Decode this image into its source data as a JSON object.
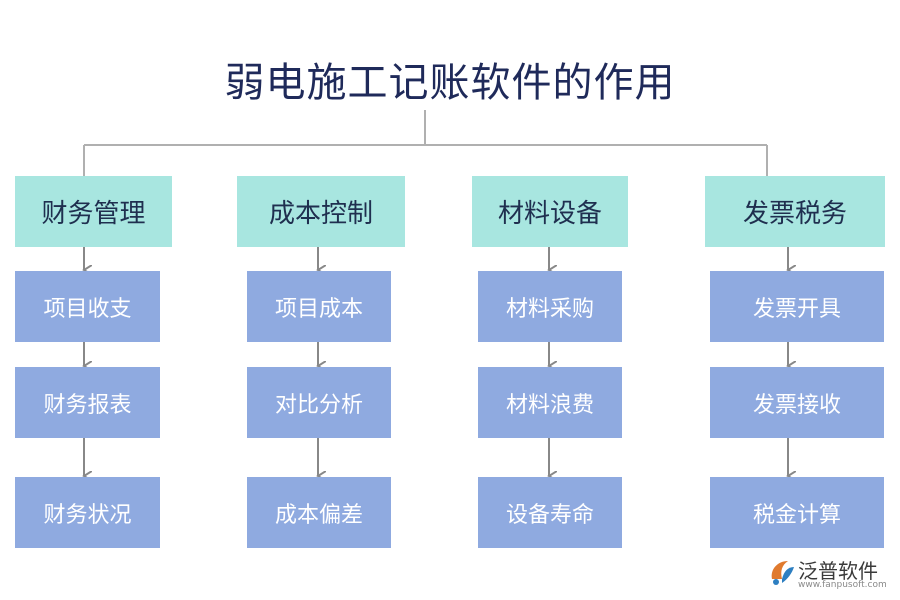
{
  "title": "弱电施工记账软件的作用",
  "columns": [
    {
      "category": "财务管理",
      "items": [
        "项目收支",
        "财务报表",
        "财务状况"
      ]
    },
    {
      "category": "成本控制",
      "items": [
        "项目成本",
        "对比分析",
        "成本偏差"
      ]
    },
    {
      "category": "材料设备",
      "items": [
        "材料采购",
        "材料浪费",
        "设备寿命"
      ]
    },
    {
      "category": "发票税务",
      "items": [
        "发票开具",
        "发票接收",
        "税金计算"
      ]
    }
  ],
  "watermark": {
    "brand": "泛普软件",
    "url": "www.fanpusoft.com",
    "icon": "fanpu-logo-icon"
  },
  "colors": {
    "category_bg": "#a8e6e0",
    "item_bg": "#8faae0",
    "title": "#1f2a5a",
    "connector": "#888888"
  }
}
